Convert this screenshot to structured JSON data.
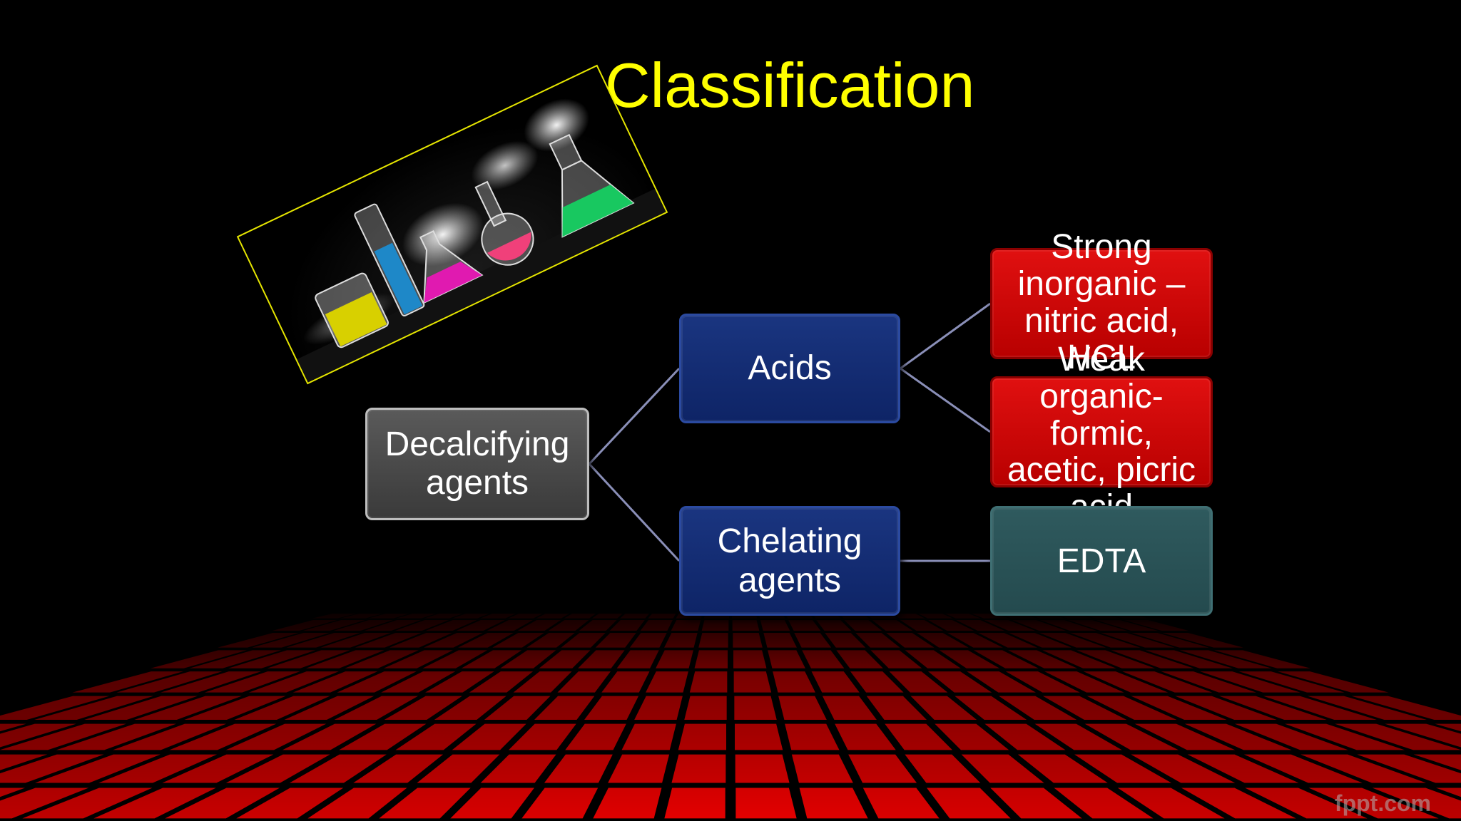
{
  "slide": {
    "title": "Classification",
    "title_color": "#ffff00",
    "watermark": "fppt.com"
  },
  "diagram": {
    "root": {
      "lines": [
        "Decalcifying",
        "agents"
      ]
    },
    "acids": {
      "lines": [
        "Acids"
      ]
    },
    "chelating": {
      "lines": [
        "Chelating",
        "agents"
      ]
    },
    "strong": {
      "lines": [
        "Strong",
        "inorganic –",
        "nitric acid,",
        "HCL"
      ]
    },
    "weak": {
      "lines": [
        "Weak",
        "organic-",
        "formic,",
        "acetic, picric",
        "acid"
      ]
    },
    "edta": {
      "lines": [
        "EDTA"
      ]
    }
  },
  "colors": {
    "root_fill": "#4a4a4a",
    "level1_fill": "#15307a",
    "acid_type_fill": "#d00808",
    "edta_fill": "#2a5357",
    "connector": "#8a8fb8",
    "floor": "#c00000"
  },
  "image": {
    "icon": "lab-glassware-photo"
  }
}
